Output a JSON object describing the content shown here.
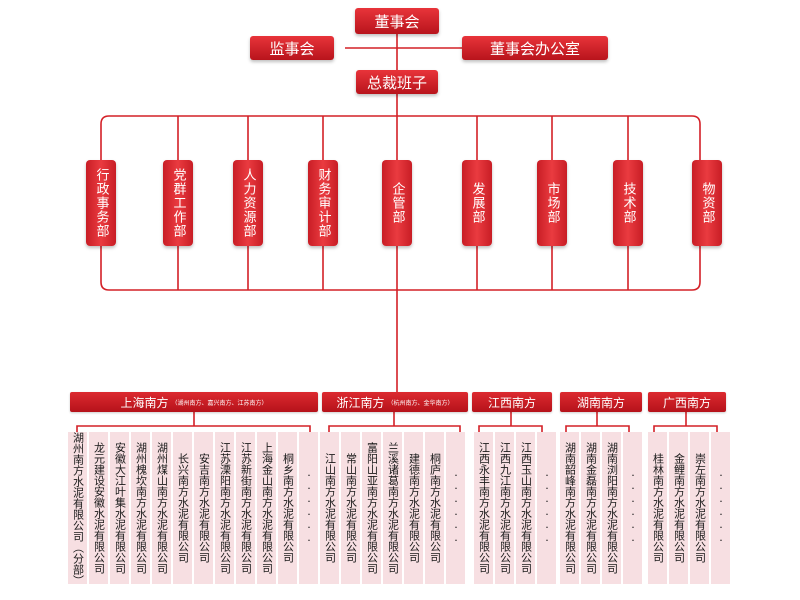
{
  "top": {
    "board": "董事会",
    "supervisory": "监事会",
    "board_office": "董事会办公室",
    "executive": "总裁班子"
  },
  "departments": [
    "行政事务部",
    "党群工作部",
    "人力资源部",
    "财务审计部",
    "企管部",
    "发展部",
    "市场部",
    "技术部",
    "物资部"
  ],
  "regions": [
    {
      "name": "上海南方",
      "sub": "（湖州南方、嘉兴南方、江苏南方）",
      "companies": [
        "湖州南方水泥有限公司（分部）",
        "龙元建设安徽水泥有限公司",
        "安徽大江叶集水泥有限公司",
        "湖州槐坎南方水泥有限公司",
        "湖州煤山南方水泥有限公司",
        "长兴南方水泥有限公司",
        "安吉南方水泥有限公司",
        "江苏溧阳南方水泥有限公司",
        "江苏新街南方水泥有限公司",
        "上海金山南方水泥有限公司",
        "桐乡南方水泥有限公司",
        "······"
      ]
    },
    {
      "name": "浙江南方",
      "sub": "（杭州南方、金华南方）",
      "companies": [
        "江山南方水泥有限公司",
        "常山南方水泥有限公司",
        "富阳山亚南方水泥有限公司",
        "兰溪诸葛南方水泥有限公司",
        "建德南方水泥有限公司",
        "桐庐南方水泥有限公司",
        "······"
      ]
    },
    {
      "name": "江西南方",
      "sub": "",
      "companies": [
        "江西永丰南方水泥有限公司",
        "江西九江南方水泥有限公司",
        "江西玉山南方水泥有限公司",
        "······"
      ]
    },
    {
      "name": "湖南南方",
      "sub": "",
      "companies": [
        "湖南韶峰南方水泥有限公司",
        "湖南金磊南方水泥有限公司",
        "湖南浏阳南方水泥有限公司",
        "······"
      ]
    },
    {
      "name": "广西南方",
      "sub": "",
      "companies": [
        "桂林南方水泥有限公司",
        "金鲤南方水泥有限公司",
        "崇左南方水泥有限公司",
        "······"
      ]
    }
  ],
  "colors": {
    "accent": "#d42027",
    "line": "#d42027",
    "company_bg": "#f7dfe2"
  }
}
